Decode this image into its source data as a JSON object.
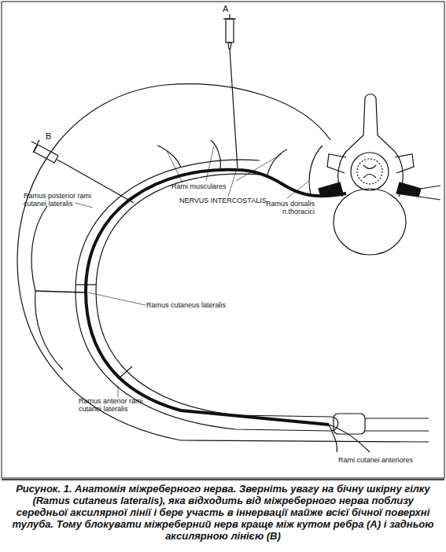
{
  "diagram": {
    "caption": "Рисунок. 1. Анатомія міжреберного нерва. Зверніть увагу на бічну шкірну гілку (Ramus cutaneus lateralis), яка відходить від міжреберного нерва поблизу середньої аксилярної лінії і бере участь в іннервації майже всієї бічної поверхні тулуба. Тому блокувати міжреберний нерв краще між кутом ребра (А) і задньою аксилярною лінією (В)",
    "labels": [
      "A",
      "B",
      "Rami musculares",
      "NERVUS INTERCOSTALIS",
      "Ramus dorsalis n.thoracici",
      "Ramus posterior rami cutanei lateralis",
      "Ramus cutaneus lateralis",
      "Ramus anterior rami cutanei lateralis",
      "Rami cutanei anteriores"
    ]
  }
}
